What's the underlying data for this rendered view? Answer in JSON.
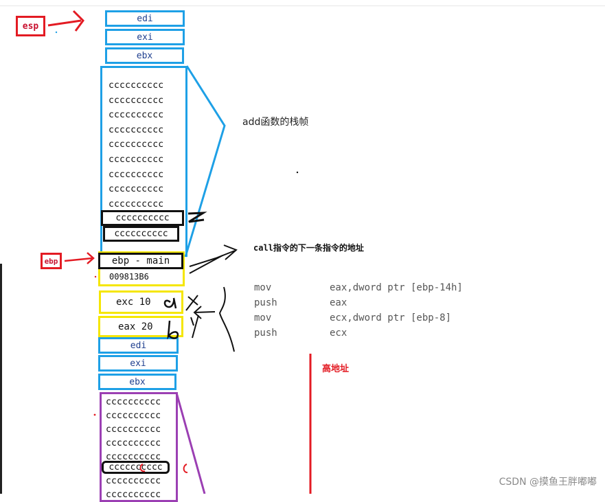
{
  "esp_label": "esp",
  "ebp_label": "ebp",
  "add_frame_caption": "add函数的栈帧",
  "call_note": "call指令的下一条指令的地址",
  "high_address_label": "高地址",
  "top_regs": [
    "edi",
    "exi",
    "ebx"
  ],
  "bottom_regs": [
    "edi",
    "exi",
    "ebx"
  ],
  "add_fill_rows": [
    "cccccccccc",
    "cccccccccc",
    "cccccccccc",
    "cccccccccc",
    "cccccccccc",
    "cccccccccc",
    "cccccccccc",
    "cccccccccc",
    "cccccccccc"
  ],
  "add_marked_rows": [
    "cccccccccc",
    "cccccccccc"
  ],
  "handwritten_z": "z",
  "ebp_main": "ebp - main",
  "return_addr": "009813B6",
  "arg_a": "exc 10",
  "arg_b": "eax 20",
  "hand_a": "a",
  "hand_b": "b",
  "hand_x": "x",
  "hand_y": "y",
  "hand_c": "c",
  "main_fill_rows": [
    "cccccccccc",
    "cccccccccc",
    "cccccccccc",
    "cccccccccc",
    "cccccccccc"
  ],
  "main_marked_row": "cccccccccc",
  "main_fill_rows_after": [
    "cccccccccc",
    "cccccccccc"
  ],
  "asm": [
    {
      "op": "mov",
      "arg": "eax,dword ptr [ebp-14h]"
    },
    {
      "op": "push",
      "arg": "eax"
    },
    {
      "op": "mov",
      "arg": "ecx,dword ptr [ebp-8]"
    },
    {
      "op": "push",
      "arg": "ecx"
    }
  ],
  "watermark": "CSDN @摸鱼王胖嘟嘟",
  "colors": {
    "blue": "#1ea0e6",
    "yellow": "#f5e600",
    "purple": "#9b3fb3",
    "red": "#e31b23",
    "black": "#111111"
  }
}
